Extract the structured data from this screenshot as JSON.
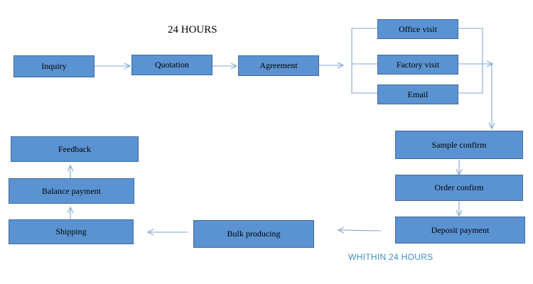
{
  "heading": "24 HOURS",
  "footnote": "WHITHIN 24 HOURS",
  "steps": {
    "inquiry": "Inquiry",
    "quotation": "Quotation",
    "agreement": "Agreement",
    "office_visit": "Office visit",
    "factory_visit": "Factory visit",
    "email": "Email",
    "sample_confirm": "Sample confirm",
    "order_confirm": "Order confirm",
    "deposit_payment": "Deposit payment",
    "bulk_producing": "Bulk producing",
    "shipping": "Shipping",
    "balance_payment": "Balance payment",
    "feedback": "Feedback"
  },
  "colors": {
    "box_fill": "#5b93d2",
    "box_border": "#40699a",
    "connector": "#7fa6d4",
    "footnote": "#3a8fc0"
  }
}
